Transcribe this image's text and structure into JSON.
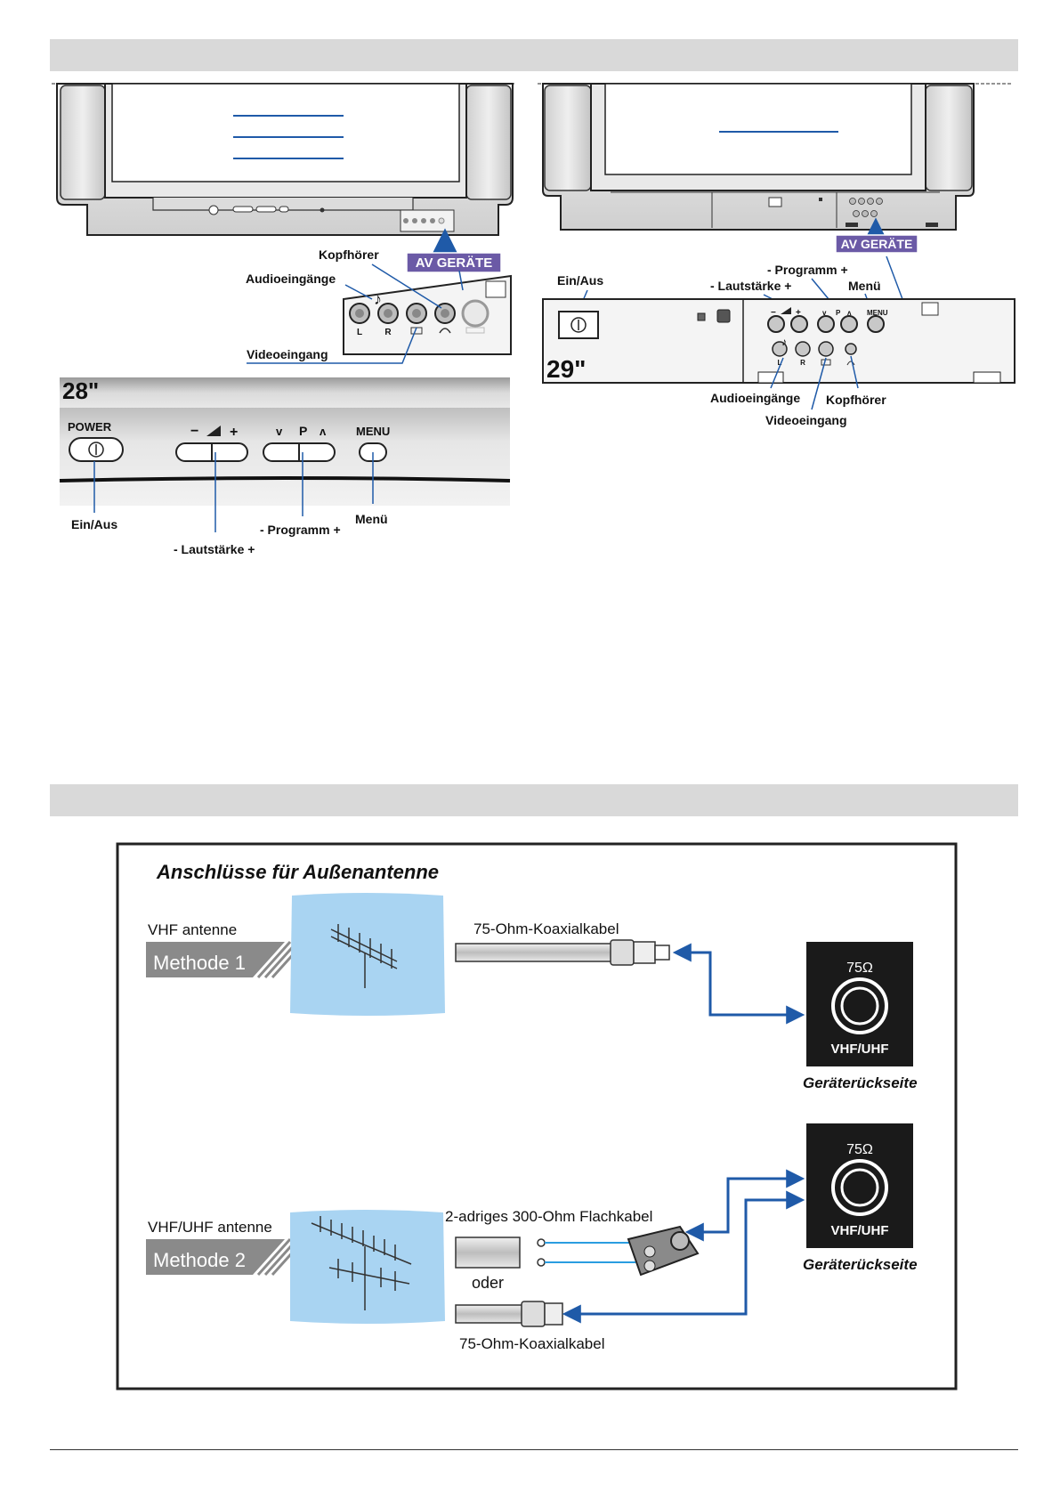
{
  "tv28": {
    "size_label": "28\"",
    "av_badge": "AV GERÄTE",
    "callouts": {
      "headphones": "Kopfhörer",
      "audio_inputs": "Audioeingänge",
      "video_input": "Videoeingang",
      "power": "Ein/Aus",
      "volume": "- Lautstärke +",
      "program": "- Programm +",
      "menu": "Menü"
    },
    "panel": {
      "power_label": "POWER",
      "menu_label": "MENU",
      "p_label": "P",
      "minus": "−",
      "plus": "+",
      "down": "v",
      "up": "ʌ",
      "jack_l": "L",
      "jack_r": "R"
    }
  },
  "tv29": {
    "size_label": "29\"",
    "av_badge": "AV GERÄTE",
    "callouts": {
      "power": "Ein/Aus",
      "program": "- Programm +",
      "volume": "- Lautstärke +",
      "menu": "Menü",
      "audio_inputs": "Audioeingänge",
      "headphones": "Kopfhörer",
      "video_input": "Videoeingang"
    },
    "panel": {
      "menu_label": "MENU",
      "p_label": "P",
      "jack_l": "L",
      "jack_r": "R"
    }
  },
  "antenna": {
    "title": "Anschlüsse für Außenantenne",
    "method1": {
      "antenna_label": "VHF antenne",
      "method_label": "Methode 1",
      "cable_label": "75-Ohm-Koaxialkabel",
      "socket_ohm": "75Ω",
      "socket_label": "VHF/UHF",
      "rear_label": "Geräterückseite"
    },
    "method2": {
      "antenna_label": "VHF/UHF antenne",
      "method_label": "Methode 2",
      "flat_cable_label": "2-adriges 300-Ohm Flachkabel",
      "or_label": "oder",
      "coax_label": "75-Ohm-Koaxialkabel",
      "socket_ohm": "75Ω",
      "socket_label": "VHF/UHF",
      "rear_label": "Geräterückseite"
    }
  },
  "colors": {
    "header_bar": "#d9d9d9",
    "av_badge": "#6b5aa6",
    "callout_line": "#1f5aa8",
    "sky": "#a9d4f2",
    "method_badge": "#8a8a8a",
    "socket_bg": "#1a1a1a"
  }
}
